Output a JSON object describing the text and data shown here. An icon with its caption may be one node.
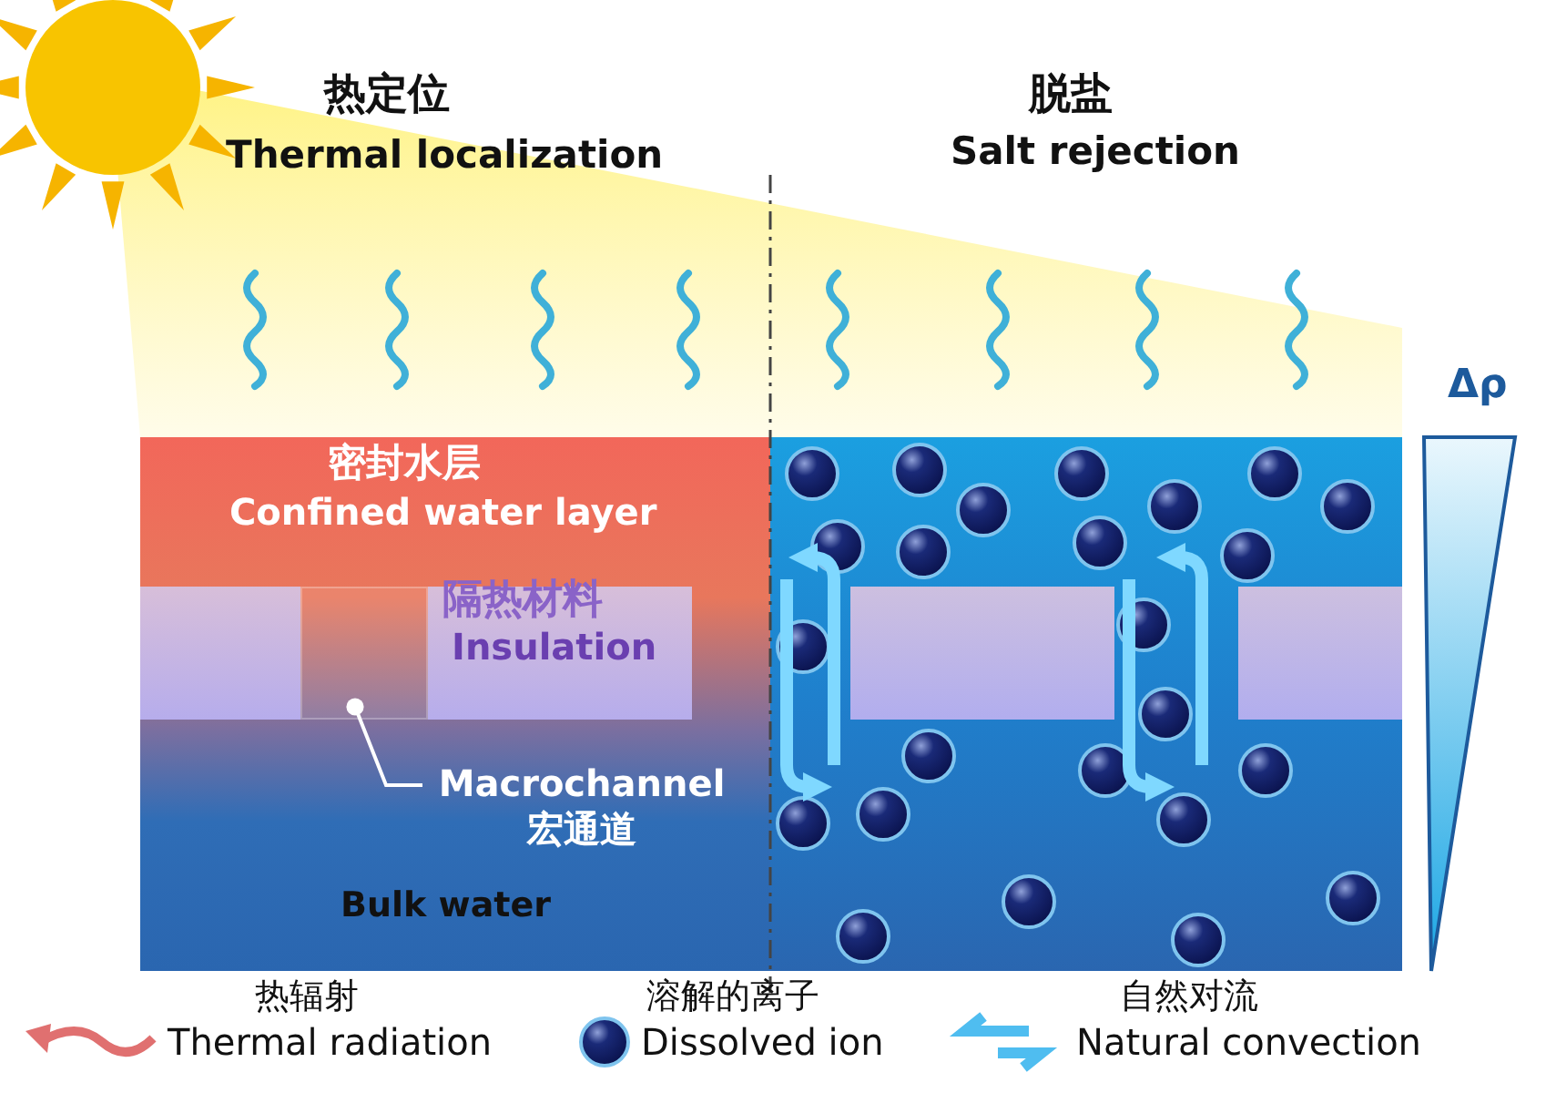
{
  "diagram": {
    "nodes": [
      {
        "text": [
          "Macrochannel",
          "宏通道"
        ]
      },
      {
        "text": [],
        "shape": "box"
      }
    ],
    "edges": [
      {
        "from": 0,
        "to": 1,
        "arrow": "other"
      }
    ],
    "labels": [
      "热定位",
      "Thermal localization",
      "脱盐",
      "Salt rejection",
      "Δρ",
      "密封水层",
      "Confined water layer",
      "隔热材料",
      "Insulation",
      "Bulk water",
      "热辐射",
      "溶解的离子",
      "自然对流"
    ],
    "legend": [
      {
        "text": "Thermal radiation"
      },
      {
        "text": "Dissolved ion"
      },
      {
        "text": "Natural convection"
      }
    ]
  }
}
